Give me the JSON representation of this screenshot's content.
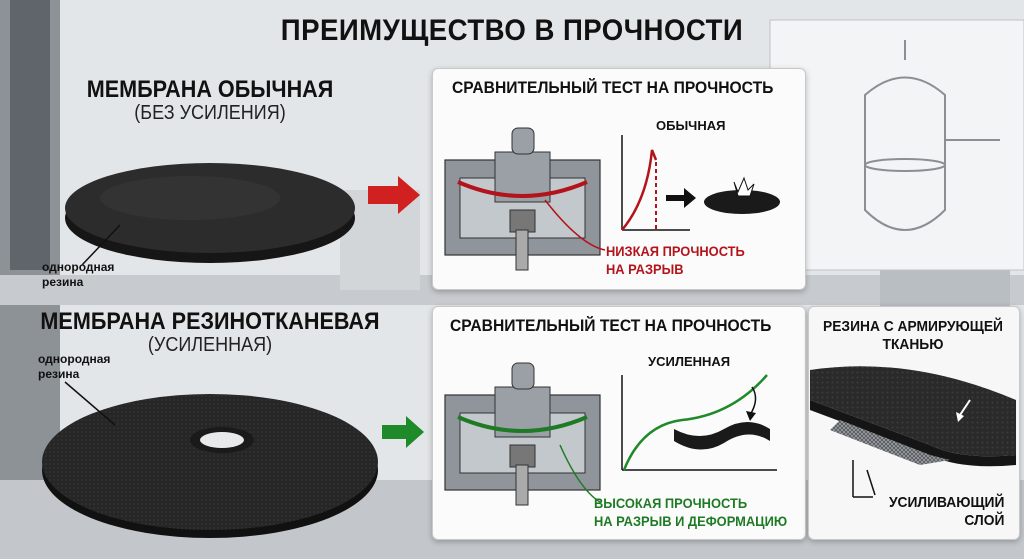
{
  "title": "ПРЕИМУЩЕСТВО В ПРОЧНОСТИ",
  "top_section": {
    "heading": "МЕМБРАНА ОБЫЧНАЯ",
    "subheading": "(БЕЗ УСИЛЕНИЯ)",
    "material_label_line1": "однородная",
    "material_label_line2": "резина",
    "panel": {
      "title": "СРАВНИТЕЛЬНЫЙ ТЕСТ НА ПРОЧНОСТЬ",
      "graph_label": "ОБЫЧНАЯ",
      "result_line1": "НИЗКАЯ ПРОЧНОСТЬ",
      "result_line2": "НА РАЗРЫВ"
    },
    "arrow_color": "#d0201f"
  },
  "bottom_section": {
    "heading": "МЕМБРАНА РЕЗИНОТКАНЕВАЯ",
    "subheading": "(УСИЛЕННАЯ)",
    "material_label_line1": "однородная",
    "material_label_line2": "резина",
    "panel": {
      "title": "СРАВНИТЕЛЬНЫЙ ТЕСТ НА ПРОЧНОСТЬ",
      "graph_label": "УСИЛЕННАЯ",
      "result_line1": "ВЫСОКАЯ ПРОЧНОСТЬ",
      "result_line2": "НА РАЗРЫВ И ДЕФОРМАЦИЮ"
    },
    "side_panel": {
      "top_label_line1": "РЕЗИНА С АРМИРУЮЩЕЙ",
      "top_label_line2": "ТКАНЬЮ",
      "bottom_label_line1": "УСИЛИВАЮЩИЙ",
      "bottom_label_line2": "СЛОЙ"
    },
    "arrow_color": "#1f8a2a"
  }
}
